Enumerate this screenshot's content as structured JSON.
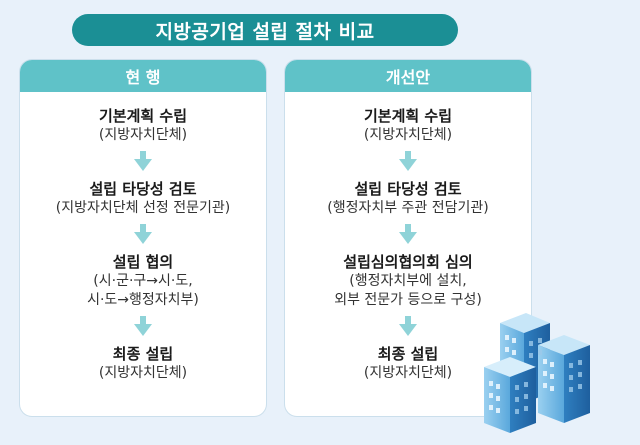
{
  "title": "지방공기업 설립 절차 비교",
  "colors": {
    "title_bg": "#1b8f95",
    "header_bg": "#5fc2c8",
    "arrow": "#8fd3d8",
    "page_bg": "#e8f1fa"
  },
  "left": {
    "header": "현 행",
    "steps": [
      {
        "title": "기본계획 수립",
        "sub": "(지방자치단체)"
      },
      {
        "title": "설립 타당성 검토",
        "sub": "(지방자치단체 선정 전문기관)"
      },
      {
        "title": "설립 협의",
        "sub": "(시·군·구→시·도,\n시·도→행정자치부)"
      },
      {
        "title": "최종 설립",
        "sub": "(지방자치단체)"
      }
    ]
  },
  "right": {
    "header": "개선안",
    "steps": [
      {
        "title": "기본계획 수립",
        "sub": "(지방자치단체)"
      },
      {
        "title": "설립 타당성 검토",
        "sub": "(행정자치부 주관 전담기관)"
      },
      {
        "title": "설립심의협의회 심의",
        "sub": "(행정자치부에 설치,\n외부 전문가 등으로 구성)"
      },
      {
        "title": "최종 설립",
        "sub": "(지방자치단체)"
      }
    ]
  },
  "icons": {
    "arrow": "arrow-down-icon",
    "buildings": "office-buildings-icon"
  }
}
